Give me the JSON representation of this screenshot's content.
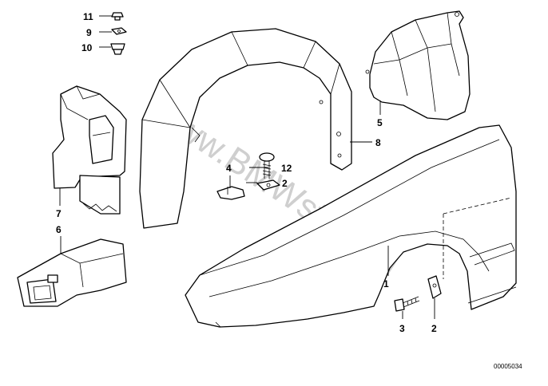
{
  "diagram": {
    "callouts": {
      "c1": "1",
      "c2a": "2",
      "c2b": "2",
      "c3": "3",
      "c4": "4",
      "c5": "5",
      "c6": "6",
      "c7": "7",
      "c8": "8",
      "c9": "9",
      "c10": "10",
      "c11": "11",
      "c12": "12"
    },
    "document_id": "00005034",
    "watermark": "www.BMWstore.pl"
  }
}
